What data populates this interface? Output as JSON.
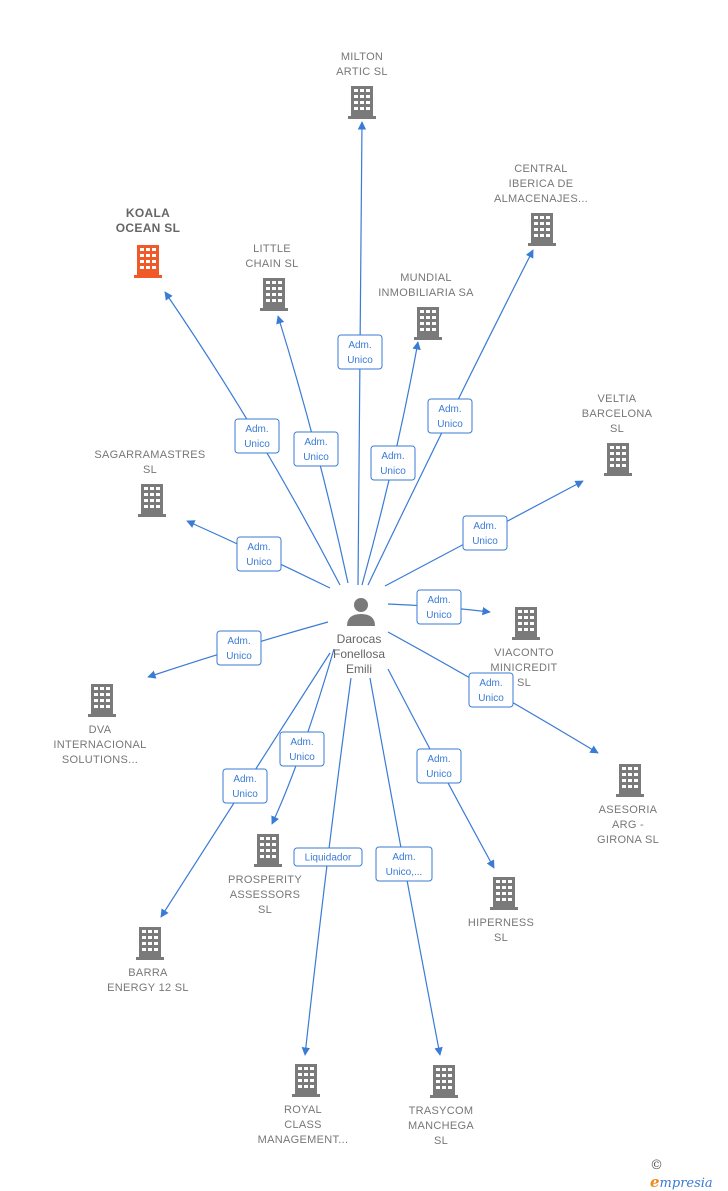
{
  "center": {
    "lines": [
      "Darocas",
      "Fonellosa",
      "Emili"
    ]
  },
  "colors": {
    "edge": "#3a7bd5",
    "building": "#7a7a7a",
    "highlight": "#f05a28"
  },
  "nodes": [
    {
      "id": "milton",
      "lines": [
        "MILTON",
        "ARTIC  SL"
      ],
      "edge": [
        "Adm.",
        "Unico"
      ]
    },
    {
      "id": "central",
      "lines": [
        "CENTRAL",
        "IBERICA DE",
        "ALMACENAJES..."
      ],
      "edge": [
        "Adm.",
        "Unico"
      ]
    },
    {
      "id": "koala",
      "lines": [
        "KOALA",
        "OCEAN  SL"
      ],
      "edge": [
        "Adm.",
        "Unico"
      ],
      "highlight": true
    },
    {
      "id": "little",
      "lines": [
        "LITTLE",
        "CHAIN  SL"
      ],
      "edge": [
        "Adm.",
        "Unico"
      ]
    },
    {
      "id": "mundial",
      "lines": [
        "MUNDIAL",
        "INMOBILIARIA SA"
      ],
      "edge": [
        "Adm.",
        "Unico"
      ]
    },
    {
      "id": "veltia",
      "lines": [
        "VELTIA",
        "BARCELONA",
        "SL"
      ],
      "edge": [
        "Adm.",
        "Unico"
      ]
    },
    {
      "id": "sagarra",
      "lines": [
        "SAGARRAMASTRES",
        "SL"
      ],
      "edge": [
        "Adm.",
        "Unico"
      ]
    },
    {
      "id": "viaconto",
      "lines": [
        "VIACONTO",
        "MINICREDIT",
        "SL"
      ],
      "edge": [
        "Adm.",
        "Unico"
      ]
    },
    {
      "id": "dva",
      "lines": [
        "DVA",
        "INTERNACIONAL",
        "SOLUTIONS..."
      ],
      "edge": [
        "Adm.",
        "Unico"
      ]
    },
    {
      "id": "asesoria",
      "lines": [
        "ASESORIA",
        "ARG -",
        "GIRONA  SL"
      ],
      "edge": [
        "Adm.",
        "Unico"
      ]
    },
    {
      "id": "prosperity",
      "lines": [
        "PROSPERITY",
        "ASSESSORS",
        "SL"
      ],
      "edge": [
        "Adm.",
        "Unico"
      ]
    },
    {
      "id": "barra",
      "lines": [
        "BARRA",
        "ENERGY 12  SL"
      ],
      "edge": [
        "Adm.",
        "Unico"
      ]
    },
    {
      "id": "hiperness",
      "lines": [
        "HIPERNESS",
        "SL"
      ],
      "edge": [
        "Adm.",
        "Unico"
      ]
    },
    {
      "id": "royal",
      "lines": [
        "ROYAL",
        "CLASS",
        "MANAGEMENT..."
      ],
      "edge": [
        "Liquidador"
      ]
    },
    {
      "id": "trasycom",
      "lines": [
        "TRASYCOM",
        "MANCHEGA",
        "SL"
      ],
      "edge": [
        "Adm.",
        "Unico,..."
      ]
    }
  ],
  "brand": {
    "copyright": "©",
    "e": "e",
    "rest": "mpresia"
  }
}
